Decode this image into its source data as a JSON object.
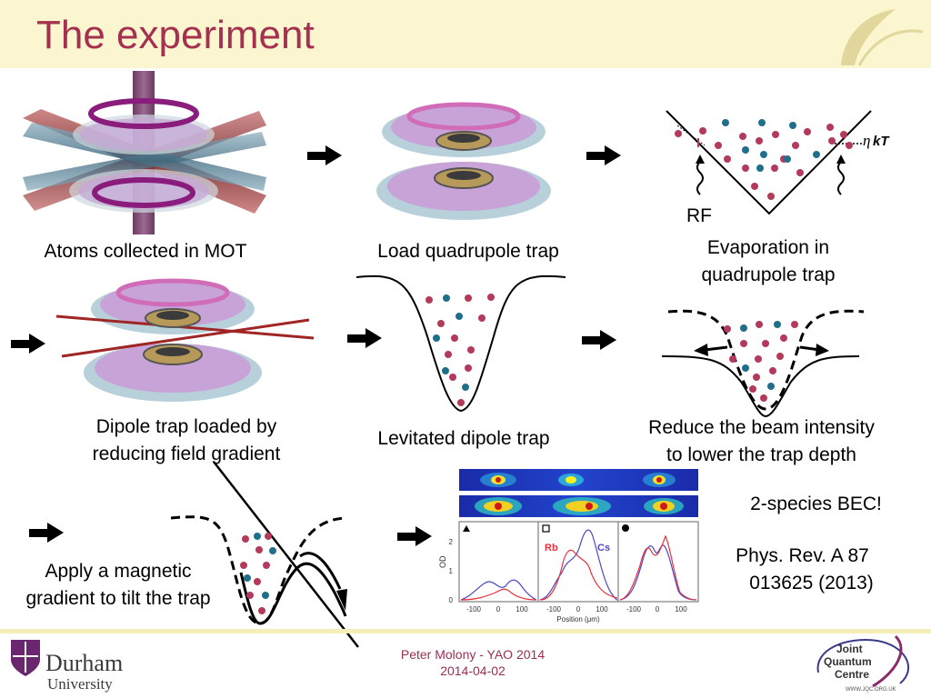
{
  "title": "The experiment",
  "captions": {
    "mot": "Atoms collected in MOT",
    "quad": "Load quadrupole trap",
    "evap_1": "Evaporation in",
    "evap_2": "quadrupole trap",
    "dipole_1": "Dipole trap loaded by",
    "dipole_2": "reducing field gradient",
    "levitated": "Levitated dipole trap",
    "reduce_1": "Reduce the beam intensity",
    "reduce_2": "to lower the trap depth",
    "gradient_1": "Apply a magnetic",
    "gradient_2": "gradient to tilt the trap",
    "bec": "2-species BEC!",
    "ref_1": "Phys. Rev. A 87",
    "ref_2": "013625 (2013)"
  },
  "evap_labels": {
    "rf": "RF",
    "eta": "η",
    "kt": "kT"
  },
  "plot": {
    "ylabel": "OD",
    "xlabel": "Position (μm)",
    "yticks": [
      "2",
      "1",
      "0"
    ],
    "xticks_1": [
      "-100",
      "0",
      "100"
    ],
    "xticks_2": [
      "-100",
      "0",
      "100"
    ],
    "xticks_3": [
      "-100",
      "0",
      "100"
    ],
    "label_rb": "Rb",
    "label_cs": "Cs",
    "colors": {
      "rb": "#e8303a",
      "cs": "#4848c8"
    }
  },
  "footer": {
    "author": "Peter Molony - YAO 2014",
    "date": "2014-04-02"
  },
  "logos": {
    "durham_name": "Durham",
    "durham_sub": "University",
    "jqc_1": "Joint",
    "jqc_2": "Quantum",
    "jqc_3": "Centre",
    "jqc_url": "WWW.JQC.ORG.UK"
  },
  "colors": {
    "title": "#a4314f",
    "atom_red": "#b33a5a",
    "atom_blue": "#1f6f8b",
    "footer_text": "#9b2f52"
  }
}
